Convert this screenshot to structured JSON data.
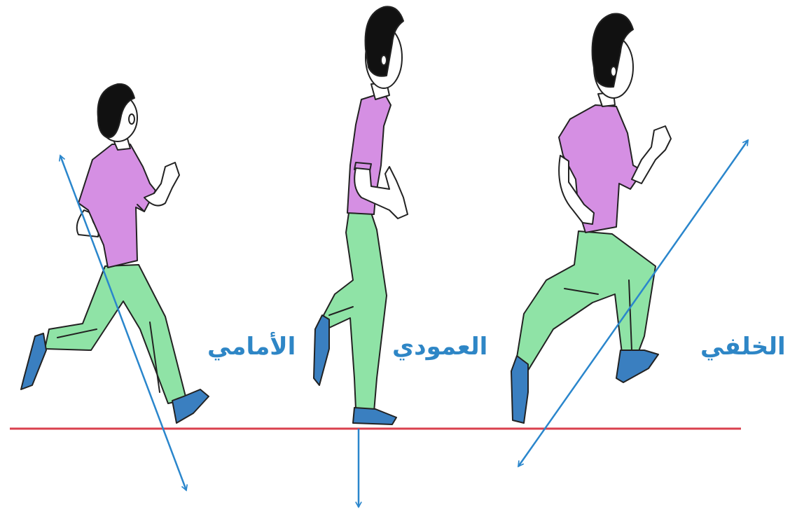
{
  "labels": {
    "front": "الأمامي",
    "vertical": "العمودي",
    "back": "الخلفي"
  },
  "colors": {
    "label_text": "#2e86c6",
    "arrow": "#2a86cc",
    "ground_line": "#d9404e",
    "shirt": "#d58fe3",
    "pants": "#8fe3a6",
    "shoes": "#3a7fc0",
    "hair": "#111111",
    "skin": "#ffffff",
    "outline": "#222222"
  }
}
